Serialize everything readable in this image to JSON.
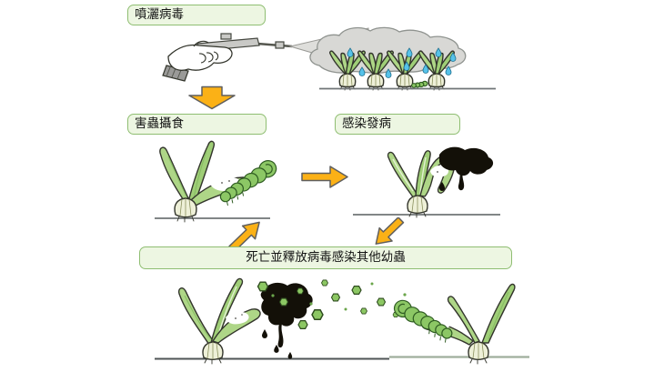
{
  "flow_labels": {
    "spray": "噴灑病毒",
    "feed": "害蟲攝食",
    "infect": "感染發病",
    "death": "死亡並釋放病毒感染其他幼蟲"
  },
  "colors": {
    "label_bg": "#edf6e2",
    "label_border": "#8fbe72",
    "arrow_fill": "#fbb116",
    "arrow_outline": "#5f5f5f",
    "leaf_green": "#aed687",
    "leaf_green_dark": "#6aa54a",
    "bulb": "#eef0d8",
    "spray_cloud_gray": "#d8d8d5",
    "droplet_blue": "#56c2e9",
    "caterpillar_green": "#8cc765",
    "dead_black": "#131008",
    "virus_particle_green": "#8cc763",
    "ground": "#6f7476"
  },
  "icons": {
    "hand_sprayer": "hand-sprayer-icon",
    "spray_cloud": "spray-cloud-icon",
    "onion_plant": "onion-plant-icon",
    "caterpillar": "caterpillar-icon",
    "dead_caterpillar": "dead-caterpillar-icon",
    "virus_particle": "virus-particle-icon",
    "arrow_down": "block-arrow-down",
    "arrow_right": "block-arrow-right",
    "arrow_up_right": "block-arrow-up-right",
    "arrow_down_left": "block-arrow-down-left"
  }
}
